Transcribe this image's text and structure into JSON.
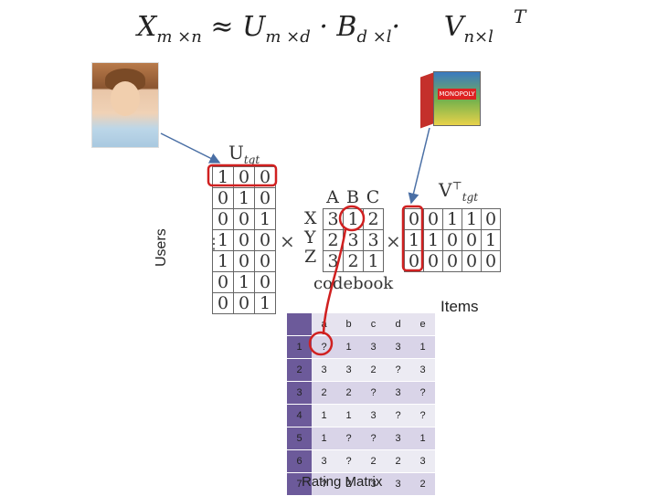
{
  "formula": {
    "x": "X",
    "x_sub": "m ×n",
    "approx": "≈",
    "u": "U",
    "u_sub": "m ×d",
    "dot1": "·",
    "b": "B",
    "b_sub": "d ×l",
    "dot2": "·",
    "v": "V",
    "v_sub": "n×l",
    "transpose": "T"
  },
  "u_matrix": {
    "label": "U",
    "label_sub": "tgt",
    "rows": [
      [
        "1",
        "0",
        "0"
      ],
      [
        "0",
        "1",
        "0"
      ],
      [
        "0",
        "0",
        "1"
      ],
      [
        "1",
        "0",
        "0"
      ],
      [
        "1",
        "0",
        "0"
      ],
      [
        "0",
        "1",
        "0"
      ],
      [
        "0",
        "0",
        "1"
      ]
    ]
  },
  "codebook": {
    "cols": [
      "A",
      "B",
      "C"
    ],
    "rows": [
      "X",
      "Y",
      "Z"
    ],
    "values": [
      [
        "3",
        "1",
        "2"
      ],
      [
        "2",
        "3",
        "3"
      ],
      [
        "3",
        "2",
        "1"
      ]
    ],
    "caption": "codebook"
  },
  "v_matrix": {
    "label": "V",
    "label_sup": "⊤",
    "label_sub": "tgt",
    "rows": [
      [
        "0",
        "0",
        "1",
        "1",
        "0"
      ],
      [
        "1",
        "1",
        "0",
        "0",
        "1"
      ],
      [
        "0",
        "0",
        "0",
        "0",
        "0"
      ]
    ]
  },
  "operators": {
    "times1": "×",
    "times2": "×",
    "ellipsis": "⋮"
  },
  "labels": {
    "users": "Users",
    "items": "Items"
  },
  "rating_matrix": {
    "caption": "Rating Matrix",
    "columns": [
      "a",
      "b",
      "c",
      "d",
      "e"
    ],
    "rows": [
      {
        "id": "1",
        "values": [
          "?",
          "1",
          "3",
          "3",
          "1"
        ]
      },
      {
        "id": "2",
        "values": [
          "3",
          "3",
          "2",
          "?",
          "3"
        ]
      },
      {
        "id": "3",
        "values": [
          "2",
          "2",
          "?",
          "3",
          "?"
        ]
      },
      {
        "id": "4",
        "values": [
          "1",
          "1",
          "3",
          "?",
          "?"
        ]
      },
      {
        "id": "5",
        "values": [
          "1",
          "?",
          "?",
          "3",
          "1"
        ]
      },
      {
        "id": "6",
        "values": [
          "3",
          "?",
          "2",
          "2",
          "3"
        ]
      },
      {
        "id": "7",
        "values": [
          "?",
          "2",
          "3",
          "3",
          "2"
        ]
      }
    ]
  },
  "colors": {
    "highlight": "#d02020",
    "arrow": "#4a6fa5",
    "header_purple": "#6c5a9a"
  }
}
